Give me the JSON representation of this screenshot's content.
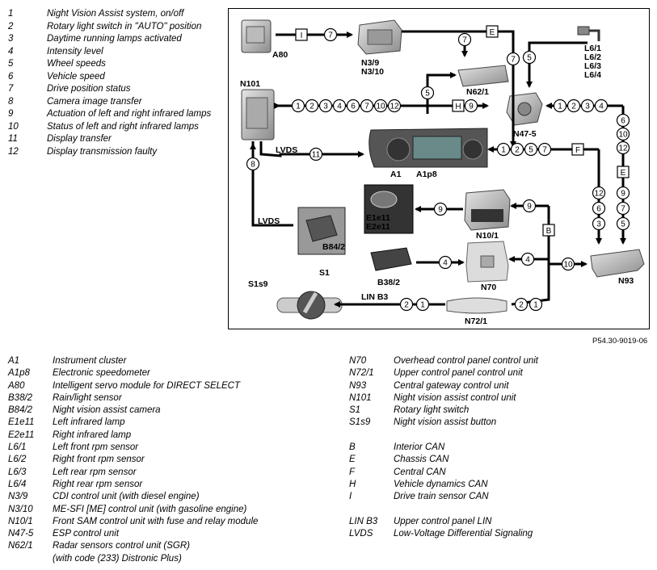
{
  "legend_top": [
    {
      "n": "1",
      "t": "Night Vision Assist system, on/off"
    },
    {
      "n": "2",
      "t": "Rotary light switch in \"AUTO\" position"
    },
    {
      "n": "3",
      "t": "Daytime running lamps activated"
    },
    {
      "n": "4",
      "t": "Intensity level"
    },
    {
      "n": "5",
      "t": "Wheel speeds"
    },
    {
      "n": "6",
      "t": "Vehicle speed"
    },
    {
      "n": "7",
      "t": "Drive position status"
    },
    {
      "n": "8",
      "t": "Camera image transfer"
    },
    {
      "n": "9",
      "t": "Actuation of left and right infrared lamps"
    },
    {
      "n": "10",
      "t": "Status of left and right infrared lamps"
    },
    {
      "n": "11",
      "t": "Display transfer"
    },
    {
      "n": "12",
      "t": "Display transmission faulty"
    }
  ],
  "diagram": {
    "labels": {
      "A80": "A80",
      "N3": "N3/9\nN3/10",
      "N62": "N62/1",
      "L6": "L6/1\nL6/2\nL6/3\nL6/4",
      "N101": "N101",
      "N47": "N47-5",
      "A1": "A1",
      "A1p8": "A1p8",
      "E1e11": "E1e11\nE2e11",
      "N10": "N10/1",
      "B84": "B84/2",
      "B38": "B38/2",
      "N70": "N70",
      "N93": "N93",
      "S1s9": "S1s9",
      "S1": "S1",
      "N72": "N72/1",
      "LVDS1": "LVDS",
      "LVDS2": "LVDS",
      "LIN": "LIN B3"
    },
    "buses": {
      "I": "I",
      "E1": "E",
      "E2": "E",
      "H": "H",
      "F": "F",
      "B": "B"
    }
  },
  "figure_ref": "P54.30-9019-06",
  "legend_bottom_left": [
    {
      "c": "A1",
      "t": "Instrument cluster"
    },
    {
      "c": "A1p8",
      "t": "Electronic speedometer"
    },
    {
      "c": "A80",
      "t": "Intelligent servo module for DIRECT SELECT"
    },
    {
      "c": "B38/2",
      "t": "Rain/light sensor"
    },
    {
      "c": "B84/2",
      "t": "Night vision assist camera"
    },
    {
      "c": "E1e11",
      "t": "Left infrared lamp"
    },
    {
      "c": "E2e11",
      "t": "Right infrared lamp"
    },
    {
      "c": "L6/1",
      "t": "Left front rpm sensor"
    },
    {
      "c": "L6/2",
      "t": "Right front rpm sensor"
    },
    {
      "c": "L6/3",
      "t": "Left rear rpm sensor"
    },
    {
      "c": "L6/4",
      "t": "Right rear rpm sensor"
    },
    {
      "c": "N3/9",
      "t": "CDI control unit (with diesel engine)"
    },
    {
      "c": "N3/10",
      "t": "ME-SFI [ME] control unit (with gasoline engine)"
    },
    {
      "c": "N10/1",
      "t": "Front SAM control unit with fuse and relay module"
    },
    {
      "c": "N47-5",
      "t": "ESP control unit"
    },
    {
      "c": "N62/1",
      "t": "Radar sensors control unit (SGR)"
    },
    {
      "c": "",
      "t": "(with code (233) Distronic Plus)"
    }
  ],
  "legend_bottom_right_a": [
    {
      "c": "N70",
      "t": "Overhead control panel control unit"
    },
    {
      "c": "N72/1",
      "t": "Upper control panel control unit"
    },
    {
      "c": "N93",
      "t": "Central gateway control unit"
    },
    {
      "c": "N101",
      "t": "Night vision assist control unit"
    },
    {
      "c": "S1",
      "t": "Rotary light switch"
    },
    {
      "c": "S1s9",
      "t": "Night vision assist button"
    }
  ],
  "legend_bottom_right_b": [
    {
      "c": "B",
      "t": "Interior CAN"
    },
    {
      "c": "E",
      "t": "Chassis CAN"
    },
    {
      "c": "F",
      "t": "Central CAN"
    },
    {
      "c": "H",
      "t": "Vehicle dynamics CAN"
    },
    {
      "c": "I",
      "t": "Drive train sensor CAN"
    }
  ],
  "legend_bottom_right_c": [
    {
      "c": "LIN B3",
      "t": "Upper control panel LIN"
    },
    {
      "c": "LVDS",
      "t": "Low-Voltage Differential Signaling"
    }
  ]
}
